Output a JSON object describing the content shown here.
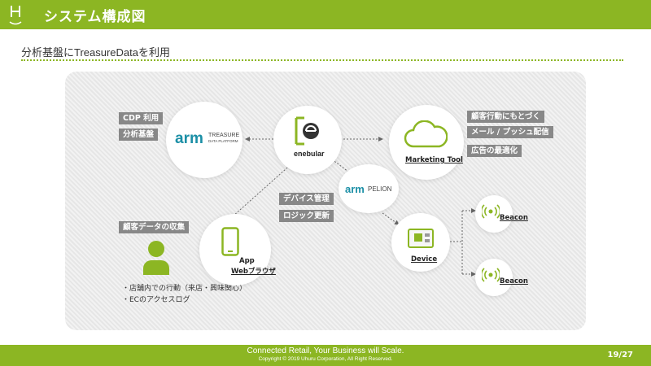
{
  "header": {
    "title": "システム構成図"
  },
  "subtitle": "分析基盤にTreasureDataを利用",
  "tags": {
    "cdp": "CDP 利用",
    "analysis": "分析基盤",
    "action": "顧客行動にもとづく",
    "mail": "メール / プッシュ配信",
    "ad": "広告の最適化",
    "device_mgmt": "デバイス管理",
    "logic": "ロジック更新",
    "collect": "顧客データの収集"
  },
  "nodes": {
    "td_brand": "arm",
    "td_name": "TREASURE",
    "td_sub": "DATA PLATFORM",
    "enebular": "enebular",
    "pelion_brand": "arm",
    "pelion_name": "PELION",
    "marketing": "Marketing Tool",
    "app_line1": "App",
    "app_line2": "Webブラウザ",
    "device": "Device",
    "beacon1": "Beacon",
    "beacon2": "Beacon"
  },
  "notes": {
    "line1": "・店舗内での行動（来店・興味関心）",
    "line2": "・ECのアクセスログ"
  },
  "footer": {
    "tagline": "Connected Retail, Your Business will Scale.",
    "copyright": "Copyright © 2019 Uhuru Corporation, All Right Reserved.",
    "page": "19/27"
  },
  "colors": {
    "accent": "#8cb623",
    "tag": "#888888",
    "brand": "#1b8fa6",
    "person": "#8cb623"
  },
  "icons": [
    "logo-icon",
    "enebular-logo-icon",
    "cloud-icon",
    "smartphone-icon",
    "person-icon",
    "device-board-icon",
    "beacon-icon"
  ]
}
